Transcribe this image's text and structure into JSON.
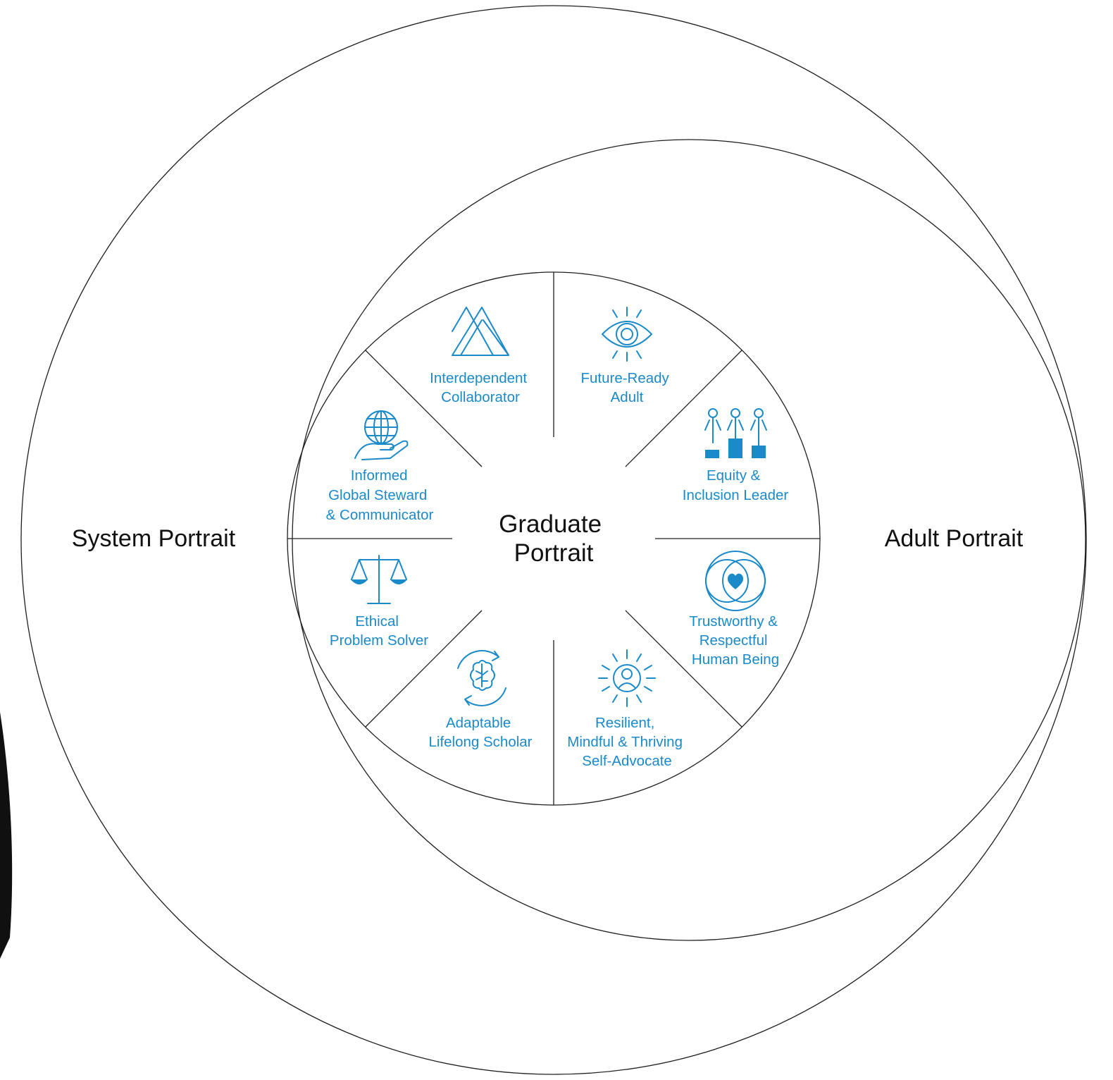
{
  "outer_left": "System Portrait",
  "outer_right": "Adult Portrait",
  "center": {
    "line1": "Graduate",
    "line2": "Portrait"
  },
  "segments": [
    {
      "icon": "triangles-icon",
      "lines": [
        "Interdependent",
        "Collaborator"
      ]
    },
    {
      "icon": "eye-icon",
      "lines": [
        "Future-Ready",
        "Adult"
      ]
    },
    {
      "icon": "people-equity-icon",
      "lines": [
        "Equity &",
        "Inclusion Leader"
      ]
    },
    {
      "icon": "heart-circles-icon",
      "lines": [
        "Trustworthy &",
        "Respectful",
        "Human Being"
      ]
    },
    {
      "icon": "sun-person-icon",
      "lines": [
        "Resilient,",
        "Mindful & Thriving",
        "Self-Advocate"
      ]
    },
    {
      "icon": "brain-cycle-icon",
      "lines": [
        "Adaptable",
        "Lifelong Scholar"
      ]
    },
    {
      "icon": "scales-icon",
      "lines": [
        "Ethical",
        "Problem Solver"
      ]
    },
    {
      "icon": "globe-hand-icon",
      "lines": [
        "Informed",
        "Global Steward",
        "& Communicator"
      ]
    }
  ],
  "colors": {
    "accent": "#1b8ac9",
    "line": "#1f1f1f",
    "text": "#111111"
  }
}
